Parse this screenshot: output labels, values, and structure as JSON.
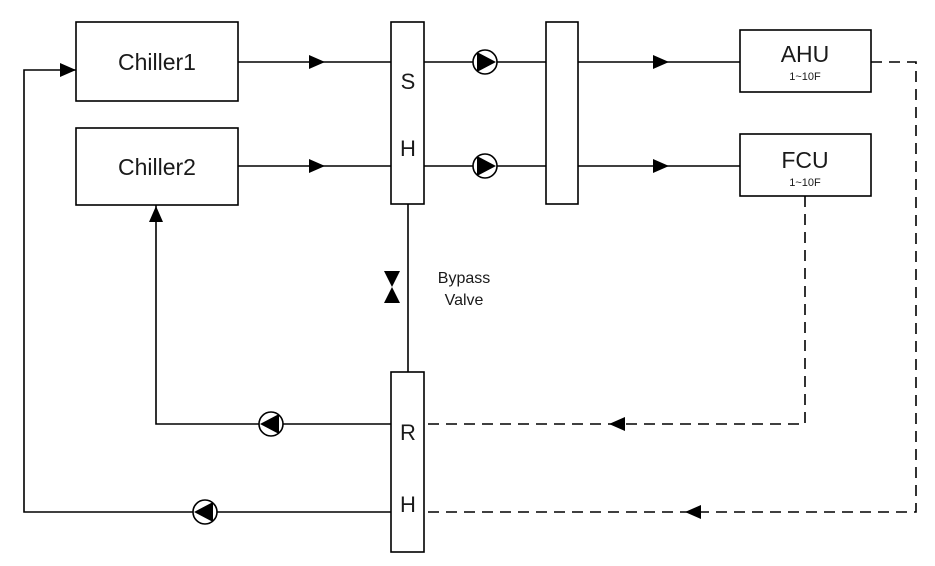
{
  "units": {
    "chiller1": "Chiller1",
    "chiller2": "Chiller2",
    "ahu": {
      "name": "AHU",
      "floors": "1~10F"
    },
    "fcu": {
      "name": "FCU",
      "floors": "1~10F"
    }
  },
  "headers": {
    "supply": {
      "top": "S",
      "bottom": "H"
    },
    "return": {
      "top": "R",
      "bottom": "H"
    }
  },
  "bypass_valve": {
    "line1": "Bypass",
    "line2": "Valve"
  },
  "colors": {
    "stroke": "#000000",
    "fill": "#ffffff",
    "text": "#1a1a1a"
  },
  "icons": {
    "pump": "pump-icon",
    "valve": "bypass-valve-icon",
    "arrow": "flow-arrow-icon"
  }
}
